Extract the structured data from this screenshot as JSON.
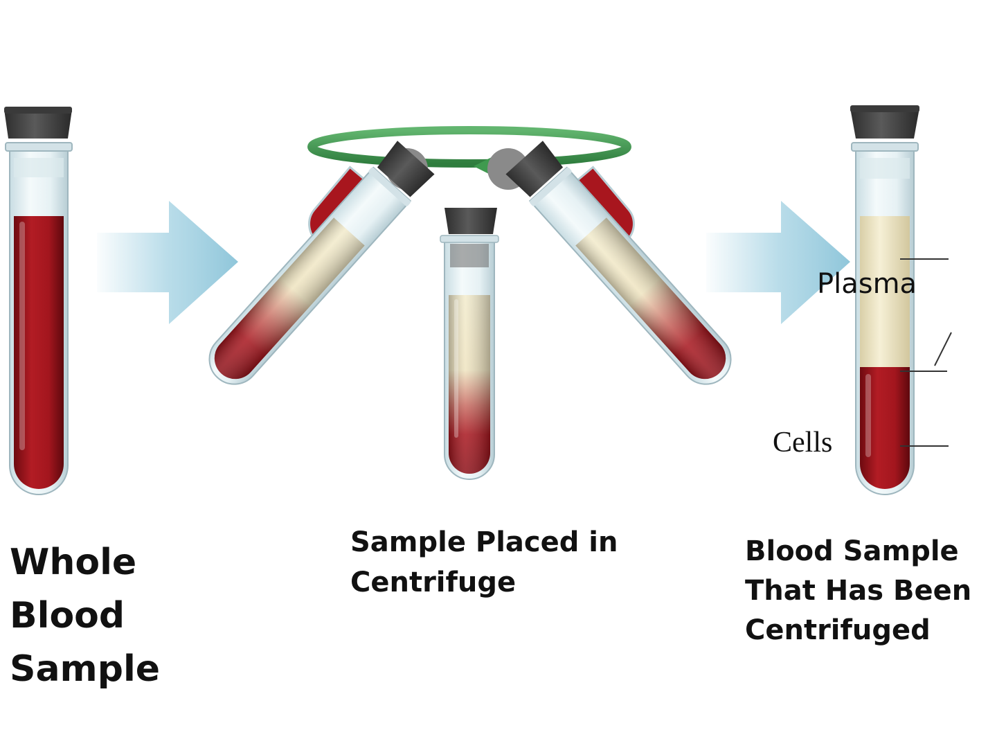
{
  "captions": {
    "whole_blood": [
      "Whole",
      "Blood",
      "Sample"
    ],
    "centrifuge": [
      "Sample Placed in",
      "Centrifuge"
    ],
    "centrifuged": [
      "Blood Sample",
      "That Has Been",
      "Centrifuged"
    ]
  },
  "labels": {
    "plasma": "Plasma",
    "cells": "Cells"
  },
  "colors": {
    "blood": "#a81820",
    "plasma": "#f0e8c8",
    "stopper": "#4a4a4a",
    "flow_arrow": "#a8d4e4",
    "rotation_arrow": "#3f9a4f"
  }
}
